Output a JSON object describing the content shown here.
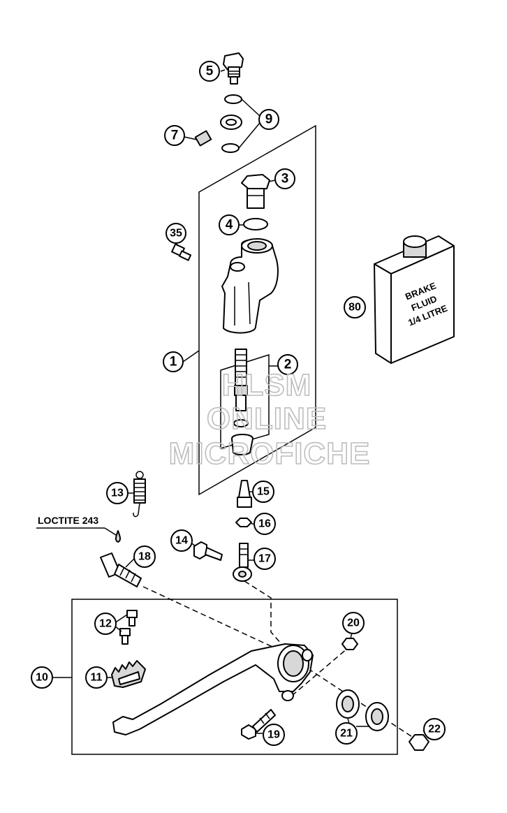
{
  "callouts": [
    {
      "label": "5"
    },
    {
      "label": "9"
    },
    {
      "label": "7"
    },
    {
      "label": "3"
    },
    {
      "label": "4"
    },
    {
      "label": "35"
    },
    {
      "label": "80"
    },
    {
      "label": "1"
    },
    {
      "label": "2"
    },
    {
      "label": "13"
    },
    {
      "label": "15"
    },
    {
      "label": "16"
    },
    {
      "label": "14"
    },
    {
      "label": "17"
    },
    {
      "label": "18"
    },
    {
      "label": "20"
    },
    {
      "label": "12"
    },
    {
      "label": "10"
    },
    {
      "label": "11"
    },
    {
      "label": "19"
    },
    {
      "label": "21"
    },
    {
      "label": "22"
    }
  ],
  "loctite_label": "LOCTITE 243",
  "brake_fluid_bottle": {
    "line1": "BRAKE",
    "line2": "FLUID",
    "line3": "1/4 LITRE"
  },
  "watermark": {
    "line1": "HLSM",
    "line2": "ONLINE",
    "line3": "MICROFICHE"
  }
}
